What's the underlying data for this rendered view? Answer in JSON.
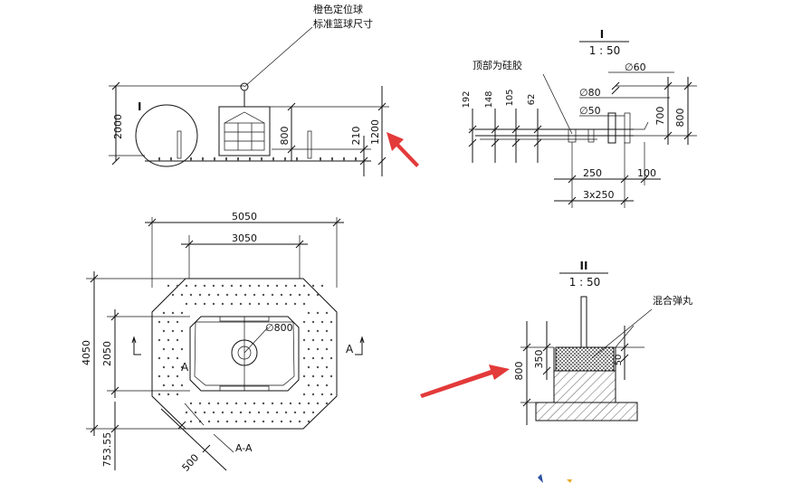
{
  "labels": {
    "orange_ball": "橙色定位球",
    "ball_size": "标准篮球尺寸",
    "detail_I": "I",
    "detail_I_title": "I",
    "detail_I_scale": "1 : 50",
    "detail_II_title": "II",
    "detail_II_scale": "1 : 50",
    "top_silicone": "顶部为硅胶",
    "mixed_pellets": "混合弹丸",
    "section_A": "A",
    "section_AA": "A-A"
  },
  "dims": {
    "elev_2000": "2000",
    "elev_800": "800",
    "elev_210": "210",
    "elev_1200": "1200",
    "d1_192": "192",
    "d1_148": "148",
    "d1_105": "105",
    "d1_62": "62",
    "d1_phi60": "∅60",
    "d1_phi80": "∅80",
    "d1_phi50": "∅50",
    "d1_700": "700",
    "d1_800": "800",
    "d1_250": "250",
    "d1_100": "100",
    "d1_3x250": "3x250",
    "plan_5050": "5050",
    "plan_3050": "3050",
    "plan_4050": "4050",
    "plan_2050": "2050",
    "plan_phi800": "∅800",
    "plan_753": "753.55",
    "plan_500": "500",
    "d2_800": "800",
    "d2_350": "350",
    "d2_50": "50"
  },
  "colors": {
    "arrow": "#e33a3a",
    "line": "#111111",
    "dots": "#555555"
  },
  "icons": [
    "red-arrow-icon",
    "section-arrow-icon"
  ]
}
